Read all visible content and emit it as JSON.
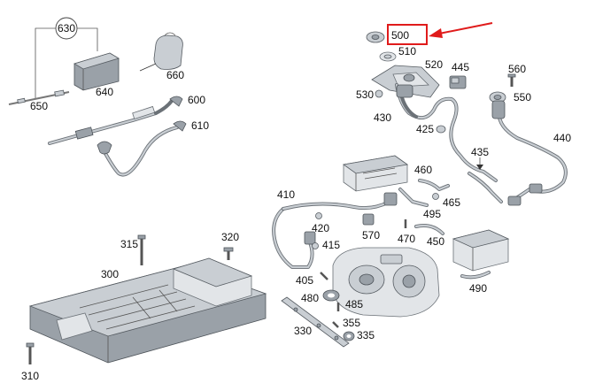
{
  "callouts": {
    "c630": "630",
    "c640": "640",
    "c650": "650",
    "c660": "660",
    "c600": "600",
    "c610": "610",
    "c500": "500",
    "c510": "510",
    "c520": "520",
    "c445": "445",
    "c560": "560",
    "c530": "530",
    "c550": "550",
    "c430": "430",
    "c425": "425",
    "c440": "440",
    "c435": "435",
    "c460": "460",
    "c465": "465",
    "c495": "495",
    "c410": "410",
    "c420": "420",
    "c570": "570",
    "c470": "470",
    "c450": "450",
    "c415": "415",
    "c315": "315",
    "c320": "320",
    "c300": "300",
    "c405": "405",
    "c480": "480",
    "c485": "485",
    "c490": "490",
    "c330": "330",
    "c355": "355",
    "c335": "335",
    "c310": "310"
  },
  "highlight": {
    "target": "500",
    "color": "#e01b1b"
  }
}
